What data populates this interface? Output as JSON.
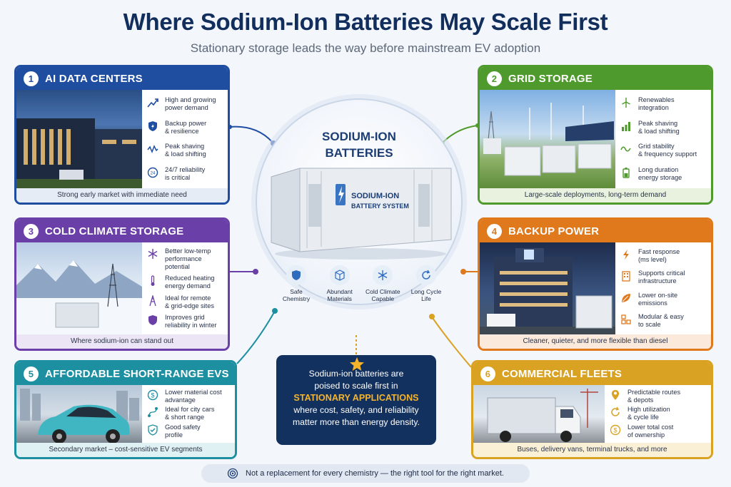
{
  "title": "Where Sodium-Ion Batteries May Scale First",
  "subtitle": "Stationary storage leads the way before mainstream EV adoption",
  "center": {
    "title_line1": "SODIUM-ION",
    "title_line2": "BATTERIES",
    "container_label_line1": "SODIUM-ION",
    "container_label_line2": "BATTERY SYSTEM",
    "benefits": [
      {
        "icon": "shield-icon",
        "line1": "Safe",
        "line2": "Chemistry"
      },
      {
        "icon": "cube-icon",
        "line1": "Abundant",
        "line2": "Materials"
      },
      {
        "icon": "snowflake-icon",
        "line1": "Cold Climate",
        "line2": "Capable"
      },
      {
        "icon": "cycle-icon",
        "line1": "Long Cycle",
        "line2": "Life"
      }
    ]
  },
  "cards": {
    "ai": {
      "num": "1",
      "title": "AI DATA CENTERS",
      "color": "#1f4da0",
      "features": [
        {
          "icon": "chart-up-icon",
          "line1": "High and growing",
          "line2": "power demand"
        },
        {
          "icon": "shield-bolt-icon",
          "line1": "Backup power",
          "line2": "& resilience"
        },
        {
          "icon": "wave-icon",
          "line1": "Peak shaving",
          "line2": "& load shifting"
        },
        {
          "icon": "clock-24-icon",
          "line1": "24/7 reliability",
          "line2": "is critical"
        }
      ],
      "footer": "Strong early market with immediate need"
    },
    "grid": {
      "num": "2",
      "title": "GRID STORAGE",
      "color": "#4f9a2c",
      "features": [
        {
          "icon": "wind-turbine-icon",
          "line1": "Renewables",
          "line2": "integration"
        },
        {
          "icon": "bar-chart-icon",
          "line1": "Peak shaving",
          "line2": "& load shifting"
        },
        {
          "icon": "wave-icon",
          "line1": "Grid stability",
          "line2": "& frequency support"
        },
        {
          "icon": "battery-icon",
          "line1": "Long duration",
          "line2": "energy storage"
        }
      ],
      "footer": "Large-scale deployments, long-term demand"
    },
    "cold": {
      "num": "3",
      "title": "COLD CLIMATE STORAGE",
      "color": "#6b3fa8",
      "features": [
        {
          "icon": "snowflake-icon",
          "line1": "Better low-temp",
          "line2": "performance",
          "line3": "potential"
        },
        {
          "icon": "thermometer-icon",
          "line1": "Reduced heating",
          "line2": "energy demand"
        },
        {
          "icon": "pylon-icon",
          "line1": "Ideal for remote",
          "line2": "& grid-edge sites"
        },
        {
          "icon": "shield-icon",
          "line1": "Improves grid",
          "line2": "reliability in winter"
        }
      ],
      "footer": "Where sodium-ion can stand out"
    },
    "backup": {
      "num": "4",
      "title": "BACKUP POWER",
      "color": "#e0781c",
      "features": [
        {
          "icon": "bolt-icon",
          "line1": "Fast response",
          "line2": "(ms level)"
        },
        {
          "icon": "building-icon",
          "line1": "Supports critical",
          "line2": "infrastructure"
        },
        {
          "icon": "leaf-icon",
          "line1": "Lower on-site",
          "line2": "emissions"
        },
        {
          "icon": "modules-icon",
          "line1": "Modular & easy",
          "line2": "to scale"
        }
      ],
      "footer": "Cleaner, quieter, and more flexible than diesel"
    },
    "evs": {
      "num": "5",
      "title": "AFFORDABLE SHORT-RANGE EVS",
      "color": "#1c8fa0",
      "features": [
        {
          "icon": "dollar-icon",
          "line1": "Lower material cost",
          "line2": "advantage"
        },
        {
          "icon": "route-icon",
          "line1": "Ideal for city cars",
          "line2": "& short range"
        },
        {
          "icon": "shield-check-icon",
          "line1": "Good safety",
          "line2": "profile"
        }
      ],
      "footer": "Secondary market – cost-sensitive EV segments"
    },
    "fleets": {
      "num": "6",
      "title": "COMMERCIAL FLEETS",
      "color": "#d9a223",
      "features": [
        {
          "icon": "location-pin-icon",
          "line1": "Predictable routes",
          "line2": "& depots"
        },
        {
          "icon": "cycle-icon",
          "line1": "High utilization",
          "line2": "& cycle life"
        },
        {
          "icon": "dollar-icon",
          "line1": "Lower total cost",
          "line2": "of ownership"
        }
      ],
      "footer": "Buses, delivery vans, terminal trucks, and more"
    }
  },
  "callout": {
    "line1": "Sodium-ion batteries are",
    "line2": "poised to scale first in",
    "highlight": "STATIONARY APPLICATIONS",
    "line3": "where cost, safety, and reliability",
    "line4": "matter more than energy density."
  },
  "bottom_note": "Not a replacement for every chemistry — the right tool for the right market."
}
